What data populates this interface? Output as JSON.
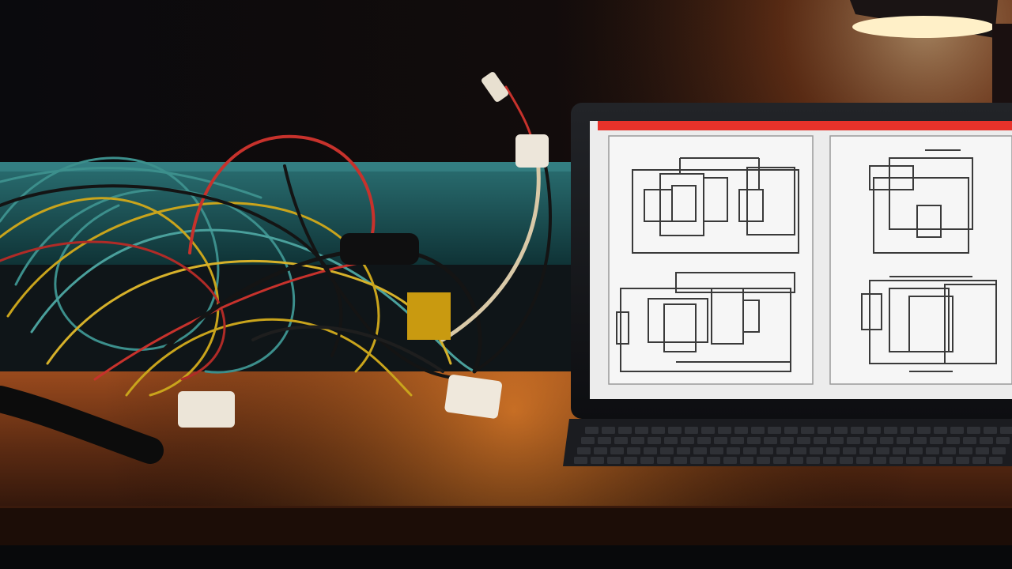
{
  "scene": {
    "description_hidden": "",
    "colors": {
      "wall_dark": "#0b0b0f",
      "wall_warm": "#3a1e12",
      "shelf_teal": "#1f5a5e",
      "desk_top": "#7a3a1a",
      "desk_edge": "#2a140a",
      "lamp_glow": "#ffe2a8",
      "laptop_body": "#15161a",
      "screen_bg": "#e9e9e9",
      "screen_bar": "#e8322a",
      "schematic_line": "#3a3a3a",
      "wire_red": "#c7322c",
      "wire_yellow": "#c9a41c",
      "wire_teal": "#3c8f8c",
      "wire_black": "#141414",
      "connector": "#e9e2d6"
    },
    "objects": {
      "lamp": "desk-lamp",
      "wires": "tangled-wire-bundle",
      "laptop": "laptop-with-circuit-diagrams",
      "keyboard": "laptop-keyboard"
    }
  }
}
